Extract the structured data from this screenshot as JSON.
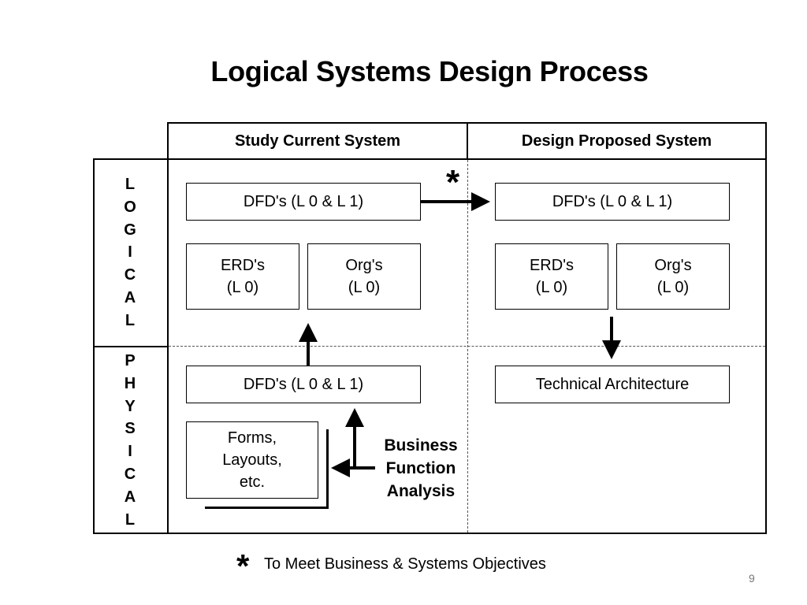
{
  "slide": {
    "title": "Logical Systems Design Process",
    "page_number": "9"
  },
  "columns": {
    "left": "Study Current System",
    "right": "Design Proposed System"
  },
  "rows": {
    "logical": [
      "L",
      "O",
      "G",
      "I",
      "C",
      "A",
      "L"
    ],
    "physical": [
      "P",
      "H",
      "Y",
      "S",
      "I",
      "C",
      "A",
      "L"
    ]
  },
  "boxes": {
    "current_logical_dfd": "DFD's (L 0 & L 1)",
    "current_logical_erd": "ERD's\n(L 0)",
    "current_logical_org": "Org's\n(L 0)",
    "proposed_logical_dfd": "DFD's (L 0 & L 1)",
    "proposed_logical_erd": "ERD's\n(L 0)",
    "proposed_logical_org": "Org's\n(L 0)",
    "current_physical_dfd": "DFD's (L 0 & L 1)",
    "current_physical_forms": "Forms,\nLayouts,\netc.",
    "proposed_physical_tech": "Technical Architecture"
  },
  "business_function_analysis": "Business\nFunction\nAnalysis",
  "asterisk": "*",
  "footnote": "To Meet Business & Systems Objectives"
}
